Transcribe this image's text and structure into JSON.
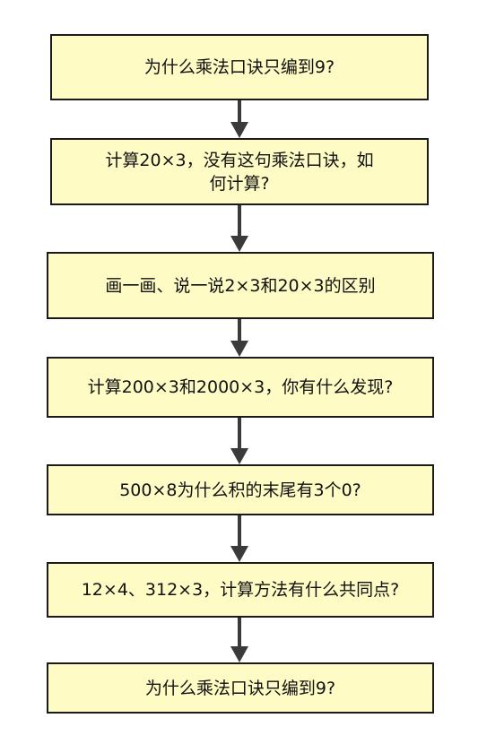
{
  "flowchart": {
    "steps": [
      "为什么乘法口诀只编到9?",
      "计算20×3，没有这句乘法口诀，如何计算?",
      "画一画、说一说2×3和20×3的区别",
      "计算200×3和2000×3，你有什么发现?",
      "500×8为什么积的末尾有3个0?",
      "12×4、312×3，计算方法有什么共同点?",
      "为什么乘法口诀只编到9?"
    ]
  },
  "colors": {
    "box_fill": "#fefbc4",
    "box_border": "#1a1a1a",
    "arrow": "#3a3a3a"
  }
}
